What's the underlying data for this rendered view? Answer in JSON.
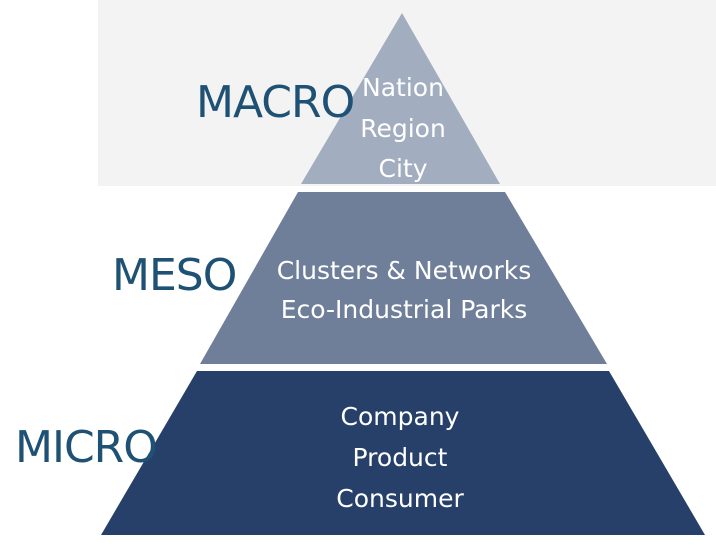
{
  "colors": {
    "background": "#ffffff",
    "top_backdrop": "#f3f3f4",
    "macro_fill": "#a2adbf",
    "meso_fill": "#6f7f99",
    "micro_fill": "#274069",
    "level_label": "#1e5173",
    "tier_text": "#ffffff"
  },
  "levels": {
    "macro": {
      "label": "MACRO",
      "items": [
        "Nation",
        "Region",
        "City"
      ]
    },
    "meso": {
      "label": "MESO",
      "items": [
        "Clusters & Networks",
        "Eco-Industrial Parks"
      ]
    },
    "micro": {
      "label": "MICRO",
      "items": [
        "Company",
        "Product",
        "Consumer"
      ]
    }
  }
}
